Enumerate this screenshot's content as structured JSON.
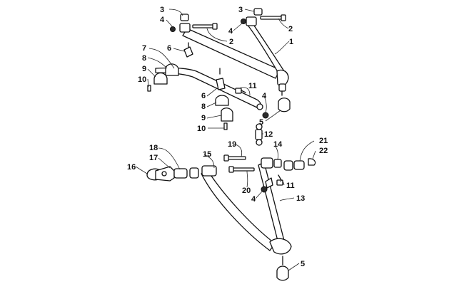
{
  "callouts": [
    {
      "id": "c3a",
      "label": "3"
    },
    {
      "id": "c4a",
      "label": "4"
    },
    {
      "id": "c3b",
      "label": "3"
    },
    {
      "id": "c4b",
      "label": "4"
    },
    {
      "id": "c2a",
      "label": "2"
    },
    {
      "id": "c2b",
      "label": "2"
    },
    {
      "id": "c1",
      "label": "1"
    },
    {
      "id": "c7",
      "label": "7"
    },
    {
      "id": "c6a",
      "label": "6"
    },
    {
      "id": "c8a",
      "label": "8"
    },
    {
      "id": "c9a",
      "label": "9"
    },
    {
      "id": "c10a",
      "label": "10"
    },
    {
      "id": "c11a",
      "label": "11"
    },
    {
      "id": "c4c",
      "label": "4"
    },
    {
      "id": "c6b",
      "label": "6"
    },
    {
      "id": "c8b",
      "label": "8"
    },
    {
      "id": "c9b",
      "label": "9"
    },
    {
      "id": "c10b",
      "label": "10"
    },
    {
      "id": "c5a",
      "label": "5"
    },
    {
      "id": "c12",
      "label": "12"
    },
    {
      "id": "c18",
      "label": "18"
    },
    {
      "id": "c17",
      "label": "17"
    },
    {
      "id": "c16",
      "label": "16"
    },
    {
      "id": "c15",
      "label": "15"
    },
    {
      "id": "c19",
      "label": "19"
    },
    {
      "id": "c14",
      "label": "14"
    },
    {
      "id": "c21",
      "label": "21"
    },
    {
      "id": "c22",
      "label": "22"
    },
    {
      "id": "c20",
      "label": "20"
    },
    {
      "id": "c11b",
      "label": "11"
    },
    {
      "id": "c4d",
      "label": "4"
    },
    {
      "id": "c13",
      "label": "13"
    },
    {
      "id": "c5b",
      "label": "5"
    }
  ]
}
